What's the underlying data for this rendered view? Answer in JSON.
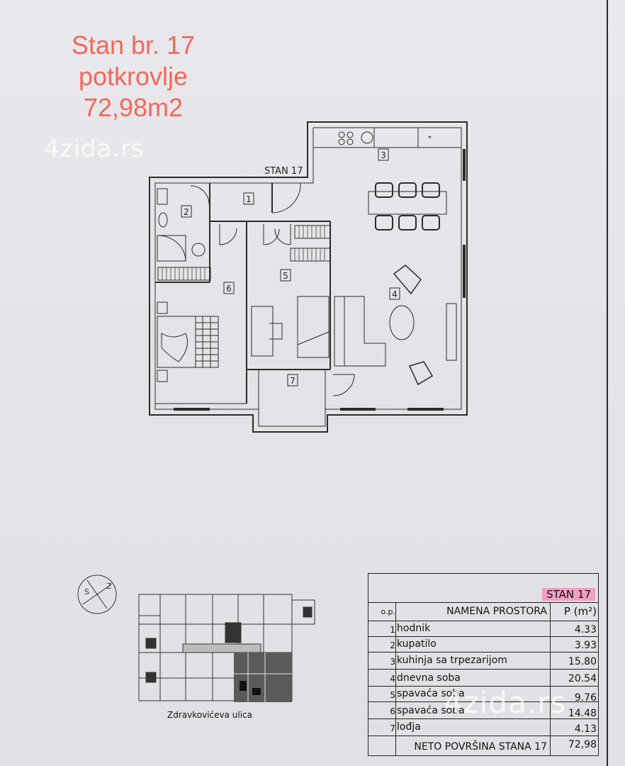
{
  "heading": {
    "line1": "Stan br. 17",
    "line2": "potkrovlje",
    "line3": "72,98m2"
  },
  "watermark": "4zida.rs",
  "plan": {
    "unit_label": "STAN 17",
    "room_numbers": [
      "1",
      "2",
      "3",
      "4",
      "5",
      "6",
      "7"
    ]
  },
  "site": {
    "street": "Zdravkovićeva ulica",
    "compass_letters": [
      "S",
      "Z"
    ]
  },
  "table": {
    "title": "STAN 17",
    "headers": {
      "op": "o.p.",
      "name": "NAMENA PROSTORA",
      "area": "P (m²)"
    },
    "rows": [
      {
        "op": "1",
        "name": "hodnik",
        "area": "4.33"
      },
      {
        "op": "2",
        "name": "kupatilo",
        "area": "3.93"
      },
      {
        "op": "3",
        "name": "kuhinja sa trpezarijom",
        "area": "15.80"
      },
      {
        "op": "4",
        "name": "dnevna soba",
        "area": "20.54"
      },
      {
        "op": "5",
        "name": "spavaća soba",
        "area": "9.76"
      },
      {
        "op": "6",
        "name": "spavaća soba",
        "area": "14.48"
      },
      {
        "op": "7",
        "name": "lođja",
        "area": "4.13"
      }
    ],
    "total_label": "NETO POVRŠINA STANA 17",
    "total_value": "72,98"
  },
  "colors": {
    "heading": "#f2685a",
    "badge": "#ff69aa",
    "ink": "#222222",
    "paper": "#e6e5e9"
  }
}
